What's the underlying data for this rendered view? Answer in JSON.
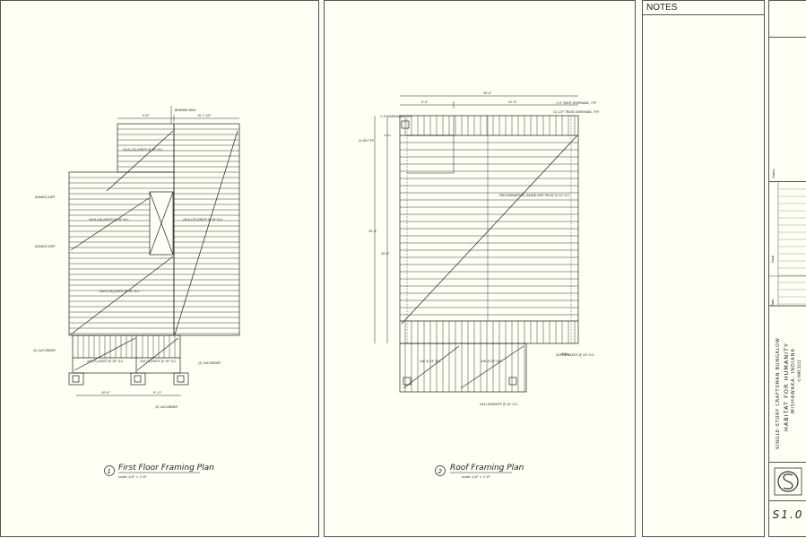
{
  "first_floor": {
    "title": "First Floor Framing Plan",
    "number": "1",
    "scale": "scale: 1/4\" = 1'-0\"",
    "dims": [
      "9'-6\"",
      "10'-7 1/2\"",
      "10'-6\"",
      "8'-11\""
    ],
    "labels": {
      "bearing_wall": "BEARING WALL",
      "double_joist_1": "DOUBLE JOIST",
      "double_joist_2": "DOUBLE JOIST",
      "joists_1": "2x10 (12) JOISTS @ 16\" O.C.",
      "joists_2": "2x10 (14) JOISTS @ 16\" O.C.",
      "joists_3": "2x10 (17) JOISTS @ 16\" O.C.",
      "joists_4": "2x10 (14) JOISTS @ 16\" O.C.",
      "joists_5": "2x8 (7) JOISTS @ 16\" O.C.",
      "joists_6": "2x8 (7) JOISTS @ 16\" O.C.",
      "girder_left": "(2) 2x8 GIRDER",
      "girder_right": "(2) 2x8 GIRDER",
      "girder_bottom": "(2) 2x8 GIRDER"
    }
  },
  "roof": {
    "title": "Roof Framing Plan",
    "number": "2",
    "scale": "scale: 1/4\" = 1'-0\"",
    "dims": [
      "28'-0\"",
      "6'-0\"",
      "22'-0\"",
      "30'-0\"",
      "28'-0\""
    ],
    "labels": {
      "overhang_top": "1'-0\" ROOF OVERHANG, TYP.",
      "truss_overhang": "(1) 1/2\" TRUSS OVERHANG, TYP.",
      "overhang_left": "1'-0\" OVERHANG, TYP.",
      "dim_left": "2x OH TYP.",
      "trusses": "PRE-ENGINEERED, BASED HIPS TRUSS @ 24\" O.C.",
      "lookouts_right": "2X4 LOOKOUTS @ 24\" O.C.",
      "wall": "WALL",
      "rafters_1": "2x6 @ 24\" O.C.",
      "rafters_2": "2x6 @ 24\" O.C.",
      "lookouts_bottom": "2X4 LOOKOUTS @ 24\" O.C."
    }
  },
  "notes": {
    "title": "NOTES"
  },
  "title_block": {
    "notes_label": "Notes",
    "issue_label": "Issue",
    "date_label": "Date",
    "project_line1": "SINGLE-STORY CRAFTSMAN BUNGALOW",
    "project_line2": "HABITAT FOR HUMANITY",
    "project_line3": "MISHAWAKA, INDIANA",
    "project_line4": "© MAY 2011",
    "sheet_number": "S1.0"
  },
  "colors": {
    "paper": "#fffff4",
    "line": "#222222",
    "border": "#555555"
  }
}
